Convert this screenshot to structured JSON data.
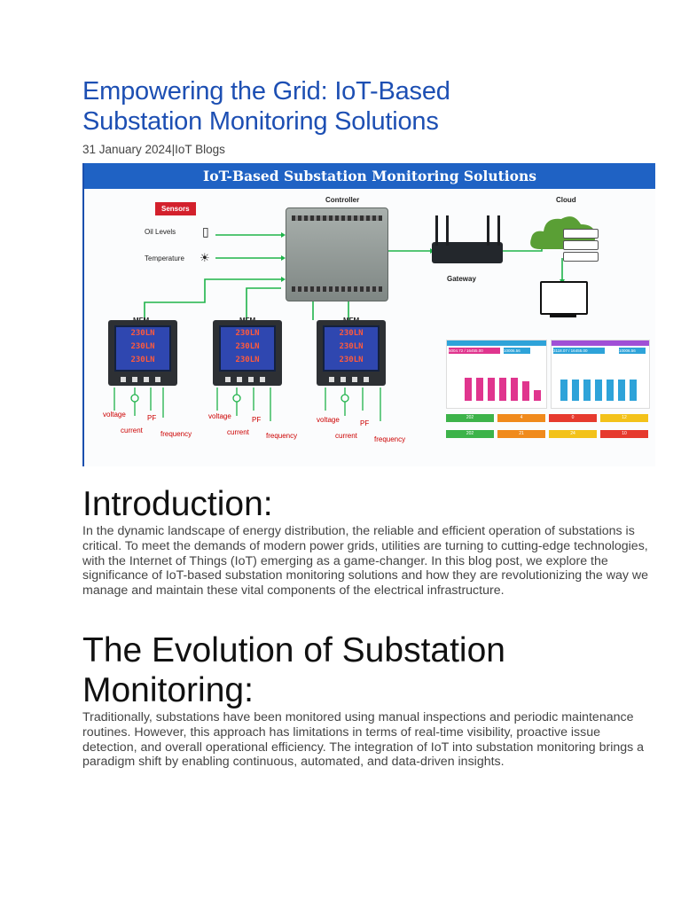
{
  "article": {
    "title_line1": "Empowering the Grid: IoT-Based",
    "title_line2": "Substation Monitoring Solutions",
    "date": "31 January 2024",
    "separator": "|",
    "category": "IoT Blogs"
  },
  "figure": {
    "banner": "IoT-Based Substation Monitoring Solutions",
    "sensors_badge": "Sensors",
    "sensor_oil": "Oil Levels",
    "sensor_temp": "Temperature",
    "controller": "Controller",
    "cloud": "Cloud",
    "gateway": "Gateway",
    "mfm_label": "MFM",
    "meter_reading": "230LN",
    "meter_labels": {
      "voltage": "voltage",
      "current": "current",
      "pf": "PF",
      "frequency": "frequency"
    },
    "dashboard": {
      "stat_left": "5004.72 / 16455.00",
      "stat_left_small": "10006.56",
      "stat_right": "3118.07 / 16455.00",
      "stat_right_small": "10006.56",
      "tiles": [
        "202",
        "4",
        "0",
        "12",
        "202",
        "21",
        "24",
        "10"
      ]
    },
    "colors": {
      "banner": "#1f62c4",
      "wire": "#1fb34a",
      "meter_screen": "#2f47b0",
      "meter_digits": "#ff5a3c"
    }
  },
  "intro": {
    "heading": "Introduction:",
    "body": "In the dynamic landscape of energy distribution, the reliable and efficient operation of substations is critical. To meet the demands of modern power grids, utilities are turning to cutting-edge technologies, with the Internet of Things (IoT) emerging as a game-changer. In this blog post, we explore the significance of IoT-based substation monitoring solutions and how they are revolutionizing the way we manage and maintain these vital components of the electrical infrastructure."
  },
  "evolution": {
    "heading": "The Evolution of Substation Monitoring:",
    "body": "Traditionally, substations have been monitored using manual inspections and periodic maintenance routines. However, this approach has limitations in terms of real-time visibility, proactive issue detection, and overall operational efficiency. The integration of IoT into substation monitoring brings a paradigm shift by enabling continuous, automated, and data-driven insights."
  }
}
